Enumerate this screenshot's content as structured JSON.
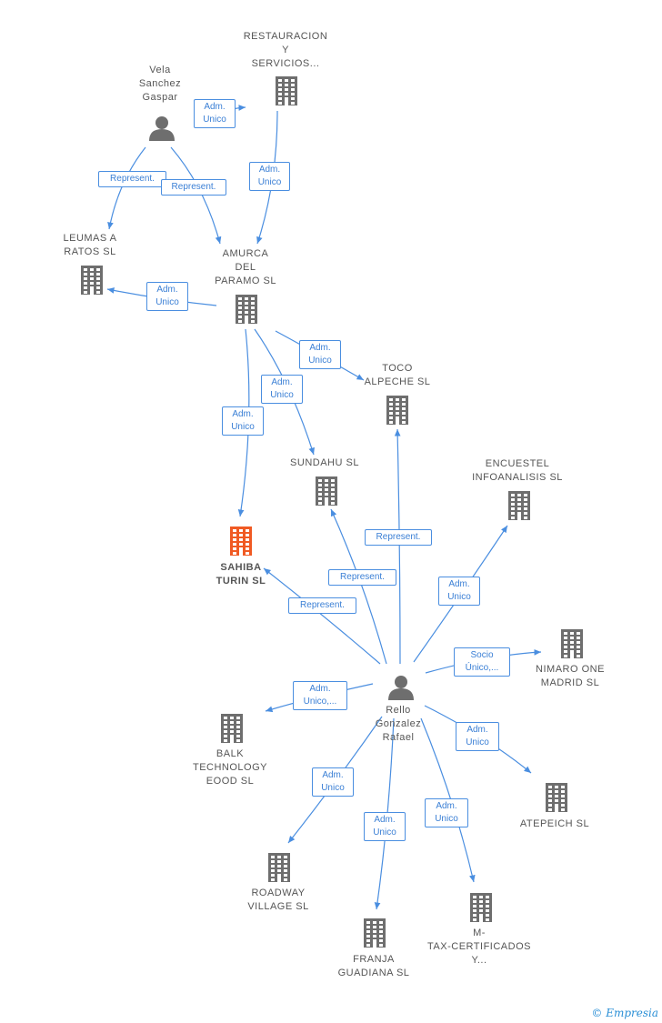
{
  "colors": {
    "edge": "#4a8ee0",
    "node": "#6e6e6e",
    "highlight": "#f05a23"
  },
  "nodes": [
    {
      "id": "restauracion",
      "type": "company",
      "label": "RESTAURACION\nY\nSERVICIOS..."
    },
    {
      "id": "vela",
      "type": "person",
      "label": "Vela\nSanchez\nGaspar"
    },
    {
      "id": "leumas",
      "type": "company",
      "label": "LEUMAS A\nRATOS SL"
    },
    {
      "id": "amurca",
      "type": "company",
      "label": "AMURCA\nDEL\nPARAMO SL"
    },
    {
      "id": "toco",
      "type": "company",
      "label": "TOCO\nALPECHE SL"
    },
    {
      "id": "sundahu",
      "type": "company",
      "label": "SUNDAHU SL"
    },
    {
      "id": "encuestel",
      "type": "company",
      "label": "ENCUESTEL\nINFOANALISIS SL"
    },
    {
      "id": "sahiba",
      "type": "company",
      "label": "SAHIBA\nTURIN SL",
      "highlight": true
    },
    {
      "id": "nimaro",
      "type": "company",
      "label": "NIMARO ONE\nMADRID SL"
    },
    {
      "id": "rello",
      "type": "person",
      "label": "Rello\nGonzalez\nRafael"
    },
    {
      "id": "balk",
      "type": "company",
      "label": "BALK\nTECHNOLOGY\nEOOD SL"
    },
    {
      "id": "atepeich",
      "type": "company",
      "label": "ATEPEICH SL"
    },
    {
      "id": "roadway",
      "type": "company",
      "label": "ROADWAY\nVILLAGE SL"
    },
    {
      "id": "franja",
      "type": "company",
      "label": "FRANJA\nGUADIANA SL"
    },
    {
      "id": "mtax",
      "type": "company",
      "label": "M-\nTAX-CERTIFICADOS\nY..."
    }
  ],
  "edges": [
    {
      "id": "e1",
      "label": "Adm.\nUnico"
    },
    {
      "id": "e2",
      "label": "Represent."
    },
    {
      "id": "e3",
      "label": "Represent."
    },
    {
      "id": "e4",
      "label": "Adm.\nUnico"
    },
    {
      "id": "e5",
      "label": "Adm.\nUnico"
    },
    {
      "id": "e6",
      "label": "Adm.\nUnico"
    },
    {
      "id": "e7",
      "label": "Adm.\nUnico"
    },
    {
      "id": "e8",
      "label": "Adm.\nUnico"
    },
    {
      "id": "e9",
      "label": "Represent."
    },
    {
      "id": "e10",
      "label": "Represent."
    },
    {
      "id": "e11",
      "label": "Represent."
    },
    {
      "id": "e12",
      "label": "Adm.\nUnico"
    },
    {
      "id": "e13",
      "label": "Socio\nÚnico,..."
    },
    {
      "id": "e14",
      "label": "Adm.\nUnico,..."
    },
    {
      "id": "e15",
      "label": "Adm.\nUnico"
    },
    {
      "id": "e16",
      "label": "Adm.\nUnico"
    },
    {
      "id": "e17",
      "label": "Adm.\nUnico"
    },
    {
      "id": "e18",
      "label": "Adm.\nUnico"
    }
  ],
  "footer": {
    "copyright": "©",
    "brand": "Empresia"
  }
}
